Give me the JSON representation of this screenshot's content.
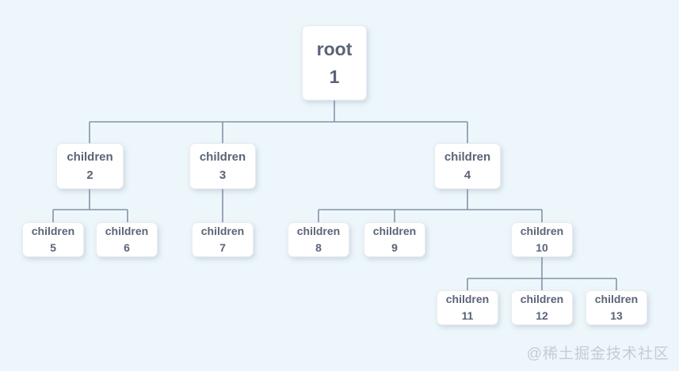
{
  "nodes": [
    {
      "id": "root-1",
      "line1": "root",
      "line2": "1"
    },
    {
      "id": "children-2",
      "line1": "children",
      "line2": "2"
    },
    {
      "id": "children-3",
      "line1": "children",
      "line2": "3"
    },
    {
      "id": "children-4",
      "line1": "children",
      "line2": "4"
    },
    {
      "id": "children-5",
      "line1": "children",
      "line2": "5"
    },
    {
      "id": "children-6",
      "line1": "children",
      "line2": "6"
    },
    {
      "id": "children-7",
      "line1": "children",
      "line2": "7"
    },
    {
      "id": "children-8",
      "line1": "children",
      "line2": "8"
    },
    {
      "id": "children-9",
      "line1": "children",
      "line2": "9"
    },
    {
      "id": "children-10",
      "line1": "children",
      "line2": "10"
    },
    {
      "id": "children-11",
      "line1": "children",
      "line2": "11"
    },
    {
      "id": "children-12",
      "line1": "children",
      "line2": "12"
    },
    {
      "id": "children-13",
      "line1": "children",
      "line2": "13"
    }
  ],
  "tree": {
    "label": "root 1",
    "children": [
      {
        "label": "children 2",
        "children": [
          {
            "label": "children 5"
          },
          {
            "label": "children 6"
          }
        ]
      },
      {
        "label": "children 3",
        "children": [
          {
            "label": "children 7"
          }
        ]
      },
      {
        "label": "children 4",
        "children": [
          {
            "label": "children 8"
          },
          {
            "label": "children 9"
          },
          {
            "label": "children 10",
            "children": [
              {
                "label": "children 11"
              },
              {
                "label": "children 12"
              },
              {
                "label": "children 13"
              }
            ]
          }
        ]
      }
    ]
  },
  "watermark": {
    "text": "@稀土掘金技术社区"
  },
  "colors": {
    "background": "#edf7fb",
    "node_background": "#ffffff",
    "node_border": "#e9ecf2",
    "connector": "#8493a8",
    "text": "#5a6477",
    "watermark": "#c5cbd2"
  }
}
